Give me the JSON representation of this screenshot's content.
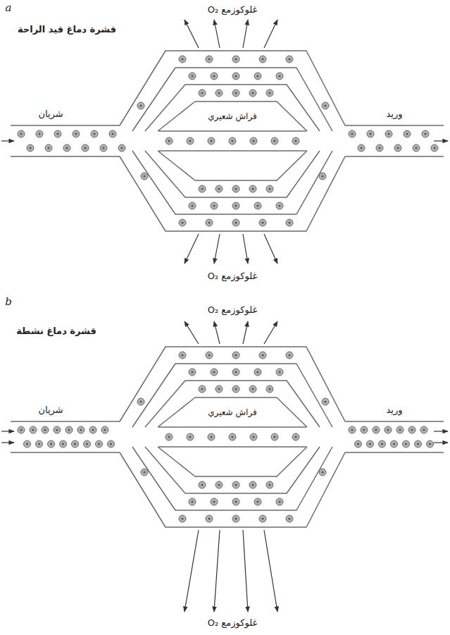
{
  "diagram": {
    "labels": [
      "a",
      "قشرة دماغ قيد الراحة",
      "غلوكوزمع O₂",
      "شريان",
      "فراش شعيري",
      "وريد",
      "غلوكوزمع O₂",
      "b",
      "قشرة دماغ نشطة",
      "غلوكوزمع O₂",
      "شريان",
      "فراش شعيري",
      "وريد",
      "غلوكوزمع O₂"
    ]
  }
}
